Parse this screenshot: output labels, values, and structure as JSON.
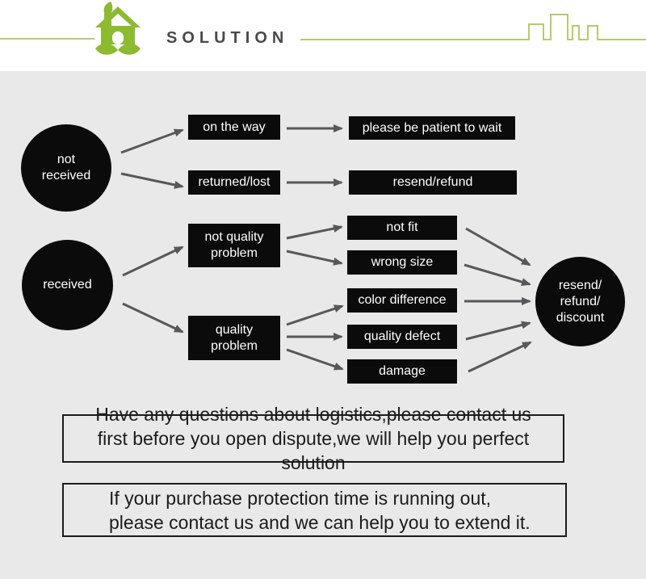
{
  "header": {
    "title": "SOLUTION",
    "logo_icon": "eco-house-icon",
    "skyline_icon": "city-skyline-icon",
    "colors": {
      "brand_green": "#8cbb31",
      "line_green": "#b5cb6c",
      "title_gray": "#4a4a4a"
    }
  },
  "flow": {
    "colors": {
      "node_background": "#0b0b0b",
      "node_text": "#ffffff",
      "arrow": "#58585a",
      "area_background": "#e9e9e9"
    },
    "not_received": "not\nreceived",
    "received": "received",
    "on_the_way": "on the way",
    "returned_lost": "returned/lost",
    "please_be_patient": "please be patient to wait",
    "resend_refund": "resend/refund",
    "not_quality_problem": "not quality\nproblem",
    "quality_problem": "quality\nproblem",
    "not_fit": "not fit",
    "wrong_size": "wrong size",
    "color_difference": "color difference",
    "quality_defect": "quality defect",
    "damage": "damage",
    "outcome": "resend/\nrefund/\ndiscount"
  },
  "notes": [
    {
      "line1": "Have any questions about logistics,please contact us",
      "line2": "first before you open dispute,we will help you perfect solution"
    },
    {
      "line1": "If your purchase protection time is running out,",
      "line2": "please contact us and we can help you to extend it."
    }
  ]
}
